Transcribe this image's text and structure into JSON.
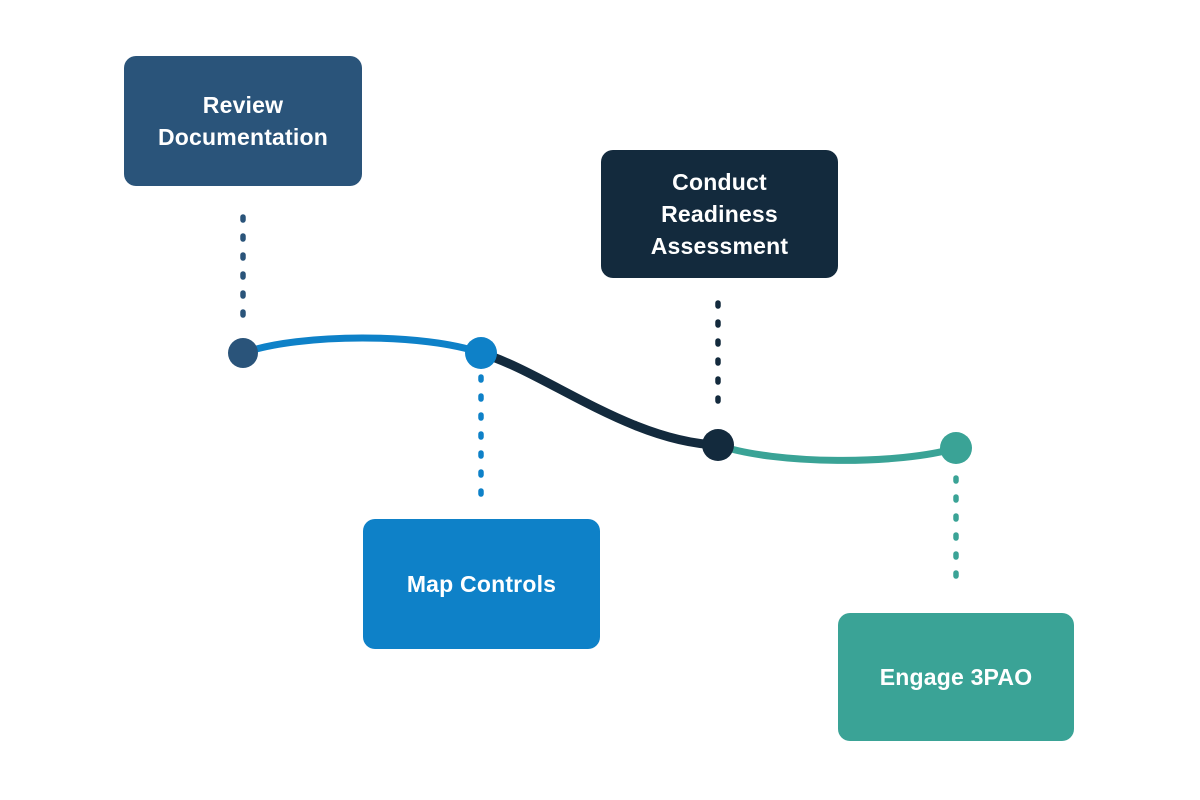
{
  "diagram": {
    "type": "process-timeline",
    "background": "#ffffff",
    "text_color": "#ffffff",
    "steps": [
      {
        "label": "Review\nDocumentation",
        "color": "#2a547a",
        "card_position": "above-line"
      },
      {
        "label": "Map Controls",
        "color": "#0e81c8",
        "card_position": "below-line"
      },
      {
        "label": "Conduct\nReadiness\nAssessment",
        "color": "#132a3d",
        "card_position": "above-line"
      },
      {
        "label": "Engage 3PAO",
        "color": "#3aa396",
        "card_position": "below-line"
      }
    ]
  },
  "colors": {
    "steel_blue": "#2a547a",
    "bright_blue": "#0e81c8",
    "dark_navy": "#132a3d",
    "teal": "#3aa396"
  }
}
